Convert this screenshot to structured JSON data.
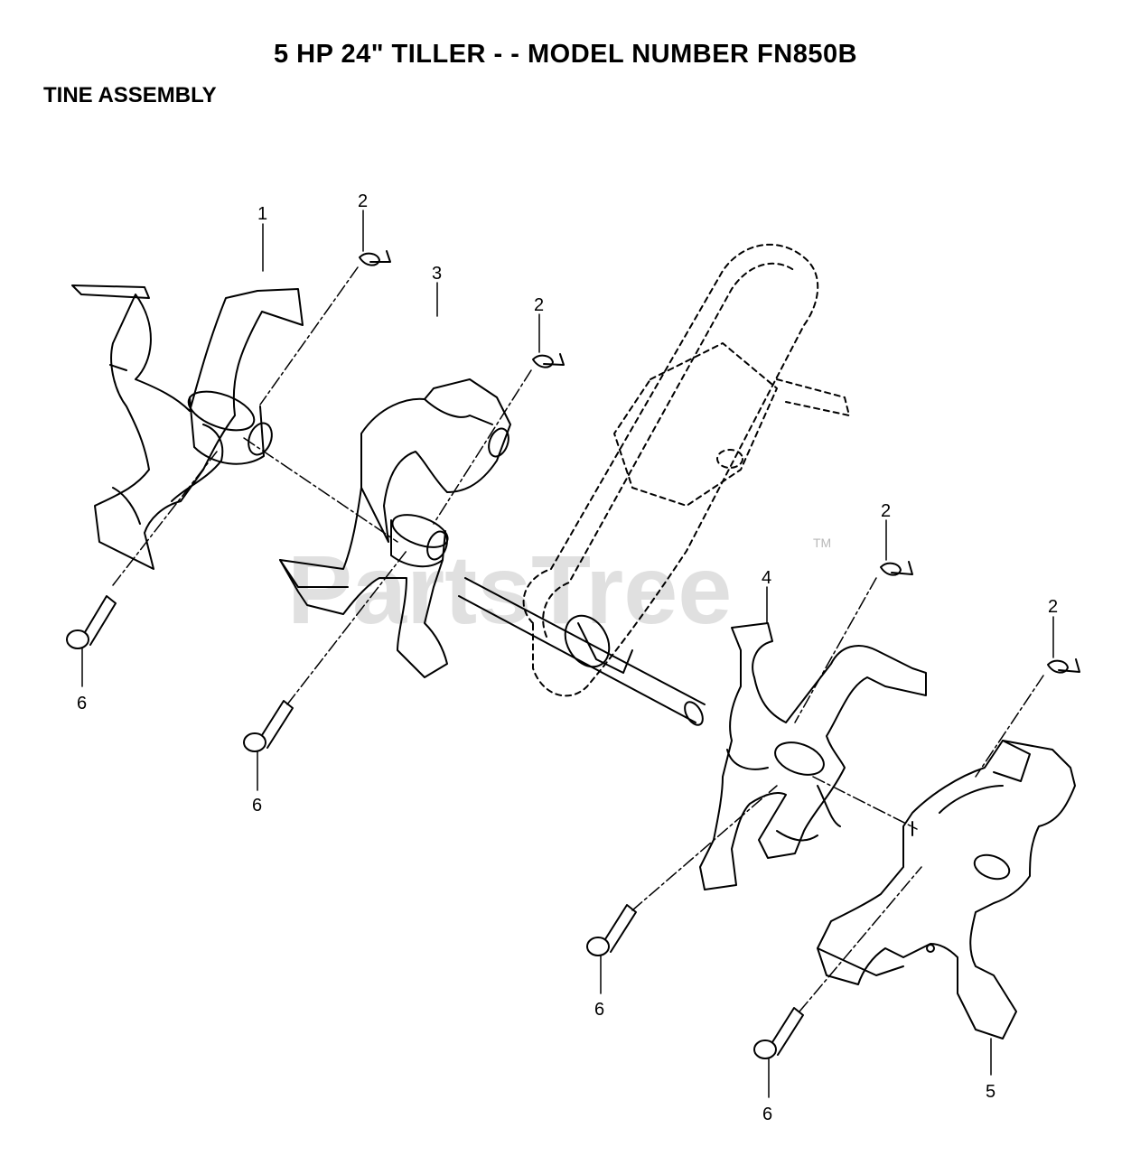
{
  "title": "5 HP 24\" TILLER - - MODEL NUMBER FN850B",
  "subtitle": "TINE ASSEMBLY",
  "watermark": "PartsTree",
  "watermark_tm": "TM",
  "callouts": {
    "c1": "1",
    "c2a": "2",
    "c2b": "2",
    "c2c": "2",
    "c2d": "2",
    "c3": "3",
    "c4": "4",
    "c5": "5",
    "c6a": "6",
    "c6b": "6",
    "c6c": "6",
    "c6d": "6"
  }
}
